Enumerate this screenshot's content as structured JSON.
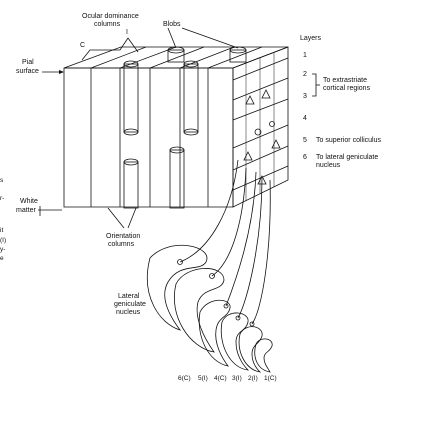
{
  "labels": {
    "ocular_dominance_1": "Ocular dominance",
    "ocular_dominance_2": "columns",
    "blobs": "Blobs",
    "col_c": "C",
    "col_i": "I",
    "pial_1": "Pial",
    "pial_2": "surface",
    "white_1": "White",
    "white_2": "matter",
    "orientation_1": "Orientation",
    "orientation_2": "columns",
    "lgn_1": "Lateral",
    "lgn_2": "geniculate",
    "lgn_3": "nucleus",
    "layers_title": "Layers",
    "extrastriate_1": "To extrastriate",
    "extrastriate_2": "cortical regions",
    "superior_colliculus": "To superior colliculus",
    "lgn_target_1": "To lateral geniculate",
    "lgn_target_2": "nucleus"
  },
  "cortical_layers": [
    "1",
    "2",
    "3",
    "4",
    "5",
    "6"
  ],
  "lgn_layers": [
    "6(C)",
    "5(I)",
    "4(C)",
    "3(I)",
    "2(I)",
    "1(C)"
  ],
  "margin_fragments": [
    "s",
    "r-",
    "it",
    "(I)",
    "y-",
    "e"
  ]
}
